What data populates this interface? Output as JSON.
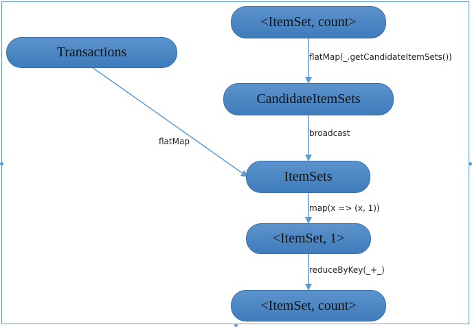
{
  "nodes": {
    "itemset_count_top": "<ItemSet, count>",
    "transactions": "Transactions",
    "candidate_itemsets": "CandidateItemSets",
    "itemsets": "ItemSets",
    "itemset_one": "<ItemSet, 1>",
    "itemset_count_bottom": "<ItemSet, count>"
  },
  "edges": {
    "flatmap_candidates": "flatMap(_.getCandidateItemSets())",
    "broadcast": "broadcast",
    "flatmap": "flatMap",
    "map_pairs": "map(x => (x, 1))",
    "reduce_by_key": "reduceByKey(_+_)"
  },
  "colors": {
    "node_fill": "#4a86c8",
    "node_border": "#3a6ea5",
    "arrow": "#5b9bd5"
  }
}
